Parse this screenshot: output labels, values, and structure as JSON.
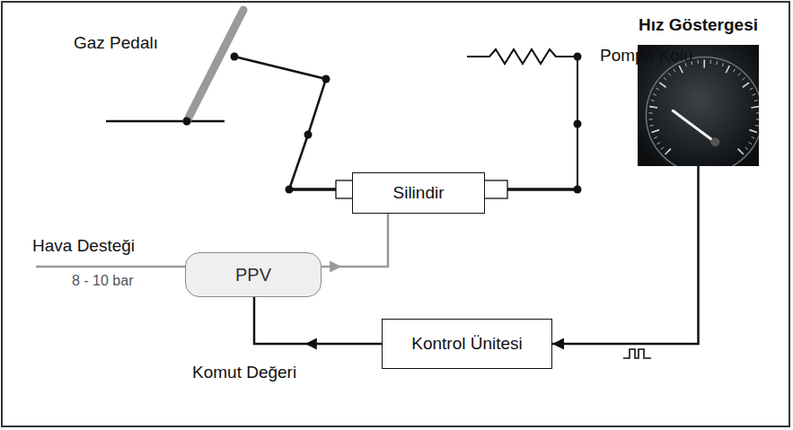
{
  "diagram": {
    "nodes": [
      {
        "text": [
          "Silindir"
        ]
      },
      {
        "text": [
          "Hız Göstergesi"
        ]
      },
      {
        "text": [
          "PPV"
        ]
      },
      {
        "text": [
          "Kontrol Ünitesi"
        ]
      }
    ],
    "edges": [
      {
        "from": 2,
        "to": 0,
        "arrow": "to"
      },
      {
        "from": 1,
        "to": 3,
        "arrow": "to"
      },
      {
        "from": 3,
        "to": 2,
        "label": "Komut Değeri",
        "arrow": "to"
      }
    ],
    "labels": [
      "Gaz Pedalı",
      "Pompa Kolu",
      "Hava Desteği",
      "8 - 10 bar"
    ]
  }
}
